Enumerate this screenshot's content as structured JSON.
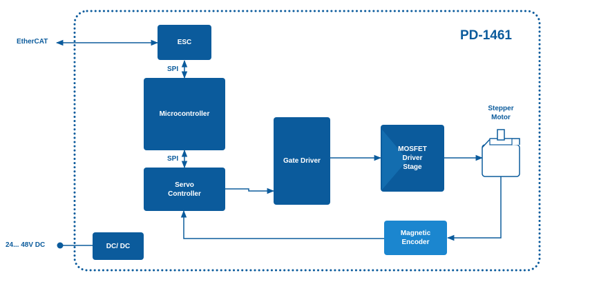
{
  "title": "PD-1461",
  "blocks": {
    "esc": "ESC",
    "microcontroller": "Microcontroller",
    "servo_line1": "Servo",
    "servo_line2": "Controller",
    "gate_driver": "Gate Driver",
    "mosfet_line1": "MOSFET",
    "mosfet_line2": "Driver",
    "mosfet_line3": "Stage",
    "encoder_line1": "Magnetic",
    "encoder_line2": "Encoder",
    "dcdc": "DC/ DC"
  },
  "labels": {
    "ethercat": "EtherCAT",
    "spi_top": "SPI",
    "spi_bottom": "SPI",
    "power_input": "24... 48V DC",
    "motor_line1": "Stepper",
    "motor_line2": "Motor"
  },
  "colors": {
    "dark_blue": "#0b5b9c",
    "light_blue": "#1b86cf",
    "line": "#0b5b9c"
  }
}
